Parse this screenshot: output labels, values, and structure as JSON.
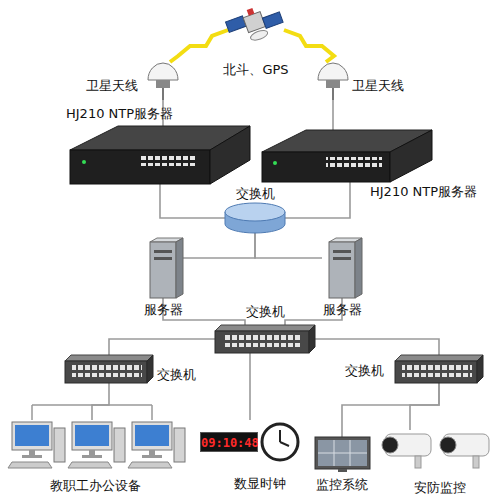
{
  "diagram": {
    "nodes": [
      {
        "text": [
          "北斗、GPS"
        ]
      },
      {
        "text": [
          "卫星天线"
        ]
      },
      {
        "text": [
          "卫星天线"
        ]
      },
      {
        "text": [
          "HJ210 NTP服务器"
        ]
      },
      {
        "text": [
          "HJ210 NTP服务器"
        ]
      },
      {
        "text": [
          "交换机"
        ]
      },
      {
        "text": [
          "服务器"
        ]
      },
      {
        "text": [
          "服务器"
        ]
      },
      {
        "text": [
          "交换机"
        ]
      },
      {
        "text": [
          "交换机"
        ]
      },
      {
        "text": [
          "交换机"
        ]
      },
      {
        "text": [
          "教职工办公设备"
        ]
      },
      {
        "text": [
          "09:10:48",
          "数显时钟"
        ]
      },
      {
        "text": [
          "监控系统"
        ]
      },
      {
        "text": [
          "安防监控"
        ]
      }
    ],
    "edges": [
      {
        "from": 0,
        "to": 1,
        "arrow": "none"
      },
      {
        "from": 0,
        "to": 2,
        "arrow": "none"
      },
      {
        "from": 1,
        "to": 3,
        "arrow": "none"
      },
      {
        "from": 2,
        "to": 4,
        "arrow": "none"
      },
      {
        "from": 3,
        "to": 5,
        "arrow": "none"
      },
      {
        "from": 4,
        "to": 5,
        "arrow": "none"
      },
      {
        "from": 5,
        "to": 6,
        "arrow": "none"
      },
      {
        "from": 5,
        "to": 7,
        "arrow": "none"
      },
      {
        "from": 6,
        "to": 8,
        "arrow": "none"
      },
      {
        "from": 7,
        "to": 8,
        "arrow": "none"
      },
      {
        "from": 8,
        "to": 9,
        "arrow": "none"
      },
      {
        "from": 8,
        "to": 10,
        "arrow": "none"
      },
      {
        "from": 8,
        "to": 12,
        "arrow": "none"
      },
      {
        "from": 9,
        "to": 11,
        "arrow": "none"
      },
      {
        "from": 10,
        "to": 13,
        "arrow": "none"
      },
      {
        "from": 10,
        "to": 14,
        "arrow": "none"
      }
    ]
  }
}
